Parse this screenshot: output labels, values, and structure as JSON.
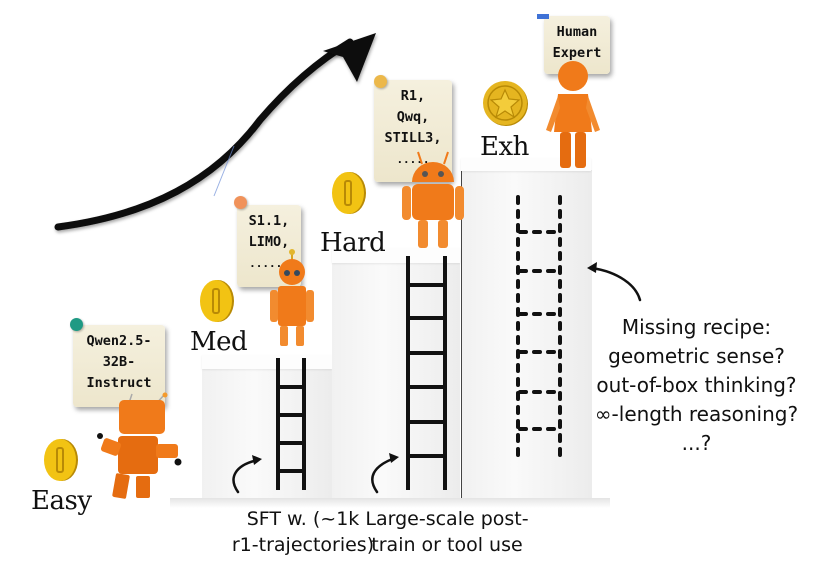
{
  "figure": {
    "levels": [
      {
        "id": "easy",
        "label": "Easy",
        "coin": "plain-coin",
        "note": [
          "Qwen2.5-",
          "32B-",
          "Instruct"
        ],
        "note_pin_color": "#1f9a84"
      },
      {
        "id": "med",
        "label": "Med",
        "coin": "plain-coin",
        "note": [
          "S1.1,",
          "LIMO,",
          "......"
        ],
        "note_pin_color": "#f0925a"
      },
      {
        "id": "hard",
        "label": "Hard",
        "coin": "plain-coin",
        "note": [
          "R1,",
          "Qwq,",
          "STILL3,",
          "....."
        ],
        "note_pin_color": "#ecb84a"
      },
      {
        "id": "exh",
        "label": "Exh",
        "coin": "star-coin",
        "note": [
          "Human",
          "Expert"
        ],
        "note_pin_color": "#3f72d6"
      }
    ],
    "annotations": {
      "sft": [
        "SFT w. (~1k",
        "r1-trajectories)"
      ],
      "large_scale": [
        "Large-scale post-",
        "train or tool use"
      ],
      "missing": [
        "Missing recipe:",
        "geometric sense?",
        "out-of-box thinking?",
        "∞-length reasoning?",
        "...?"
      ]
    },
    "colors": {
      "robot_orange": "#f07a1a",
      "note_bg": "#f2ecd6",
      "coin_gold": "#f2c313",
      "ladder": "#111111"
    }
  }
}
